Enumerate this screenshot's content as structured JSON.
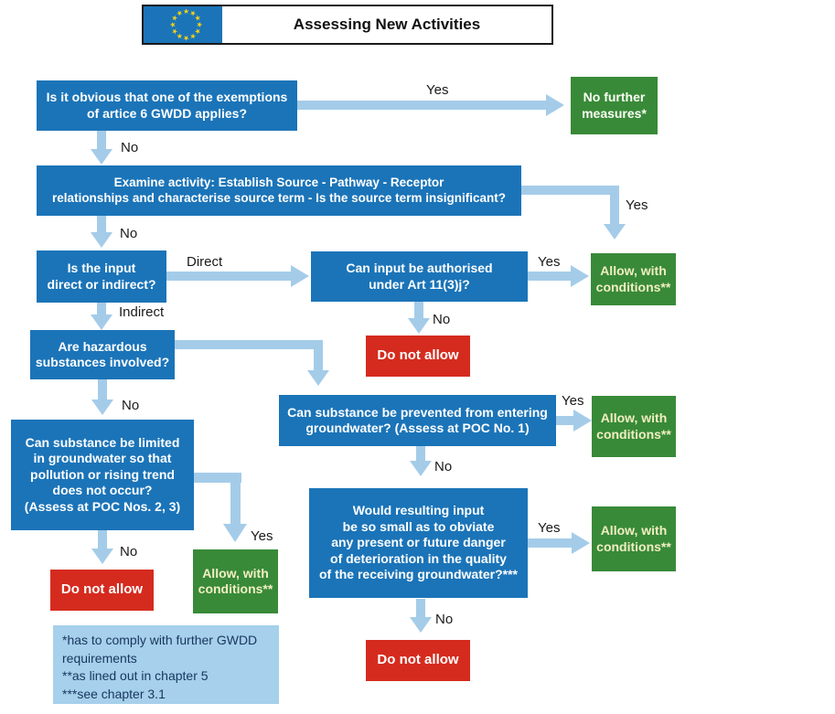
{
  "title_bar": {
    "title": "Assessing New Activities",
    "flag_star": "★",
    "flag_icon": "eu-flag"
  },
  "labels": {
    "yes": "Yes",
    "no": "No",
    "direct": "Direct",
    "indirect": "Indirect"
  },
  "nodes": {
    "q1": "Is it obvious that one of the exemptions\nof artice 6 GWDD applies?",
    "q2": "Examine activity: Establish Source - Pathway - Receptor\nrelationships and characterise source term - Is the source term insignificant?",
    "q3": "Is the input\ndirect or indirect?",
    "q4": "Can input be authorised\nunder Art 11(3)j?",
    "q5": "Are hazardous\nsubstances involved?",
    "q6": "Can substance be prevented from entering\ngroundwater? (Assess at POC No. 1)",
    "q7": "Can substance be limited\nin groundwater so that\npollution or rising trend\ndoes not occur?\n(Assess at POC Nos. 2, 3)",
    "q8": "Would resulting input\nbe so small as to obviate\nany present or future danger\nof deterioration in the quality\nof the receiving groundwater?***",
    "no_further": "No further\nmeasures*",
    "allow": "Allow, with\nconditions**",
    "deny": "Do not allow",
    "footnote": "*has to comply with further GWDD\nrequirements\n**as lined out in chapter 5\n***see chapter 3.1"
  },
  "colors": {
    "question_blue": "#1b74b8",
    "allow_green": "#388a38",
    "deny_red": "#d52b1e",
    "arrow_blue": "#a4cce9",
    "note_bg": "#a6d0eb",
    "note_text": "#17375e",
    "star_yellow": "#f7d116",
    "allow_text": "#f2eec2"
  }
}
